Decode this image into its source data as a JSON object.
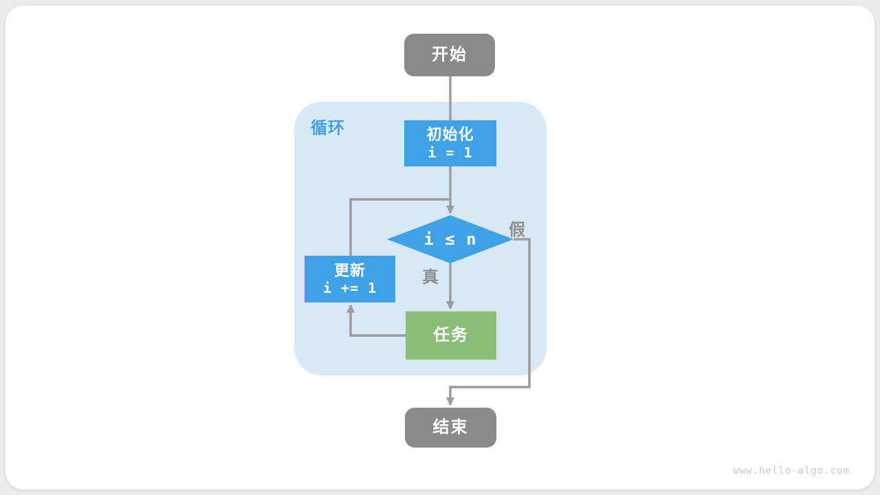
{
  "page": {
    "watermark": "www.hello-algo.com"
  },
  "colors": {
    "node_blue": "#3FA2E6",
    "node_green": "#8ABE77",
    "node_gray": "#8A8A8A",
    "loop_region_bg": "#D8E8F6",
    "connector_line": "#9C9C9C",
    "branch_label_gray": "#8F8F8F",
    "loop_label_blue": "#3FA2E6",
    "watermark_gray": "#C9C9C9",
    "card_bg": "#FFFFFF",
    "page_bg": "#ECECEC"
  },
  "flowchart": {
    "loop_label": "循环",
    "nodes": {
      "start": {
        "label": "开始"
      },
      "init": {
        "label": "初始化",
        "code": "i = 1"
      },
      "condition": {
        "code": "i ≤ n"
      },
      "update": {
        "label": "更新",
        "code": "i += 1"
      },
      "task": {
        "label": "任务"
      },
      "end": {
        "label": "结束"
      }
    },
    "branch_labels": {
      "true_label": "真",
      "false_label": "假"
    }
  }
}
